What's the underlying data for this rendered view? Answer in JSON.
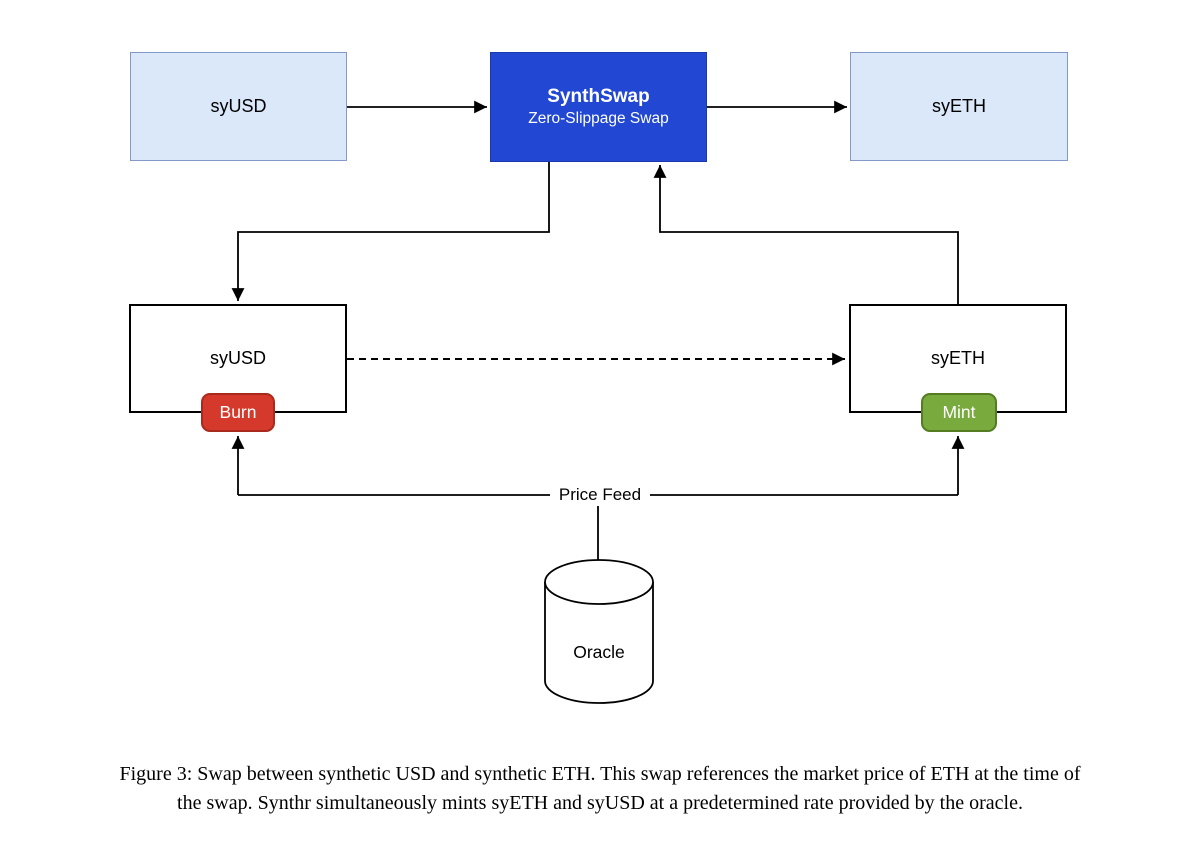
{
  "diagram": {
    "top_row": {
      "syusd_box": {
        "label": "syUSD"
      },
      "synthswap_box": {
        "title": "SynthSwap",
        "subtitle": "Zero-Slippage Swap"
      },
      "syeth_box": {
        "label": "syETH"
      }
    },
    "middle_row": {
      "syusd_box": {
        "label": "syUSD",
        "badge": "Burn"
      },
      "syeth_box": {
        "label": "syETH",
        "badge": "Mint"
      }
    },
    "price_feed_label": "Price Feed",
    "oracle_label": "Oracle",
    "colors": {
      "light_blue_fill": "#dbe8fa",
      "light_blue_border": "#8399c9",
      "primary_blue_fill": "#2147d3",
      "primary_blue_border": "#1b38ad",
      "burn_red_fill": "#d5392b",
      "burn_red_border": "#a92a1c",
      "mint_green_fill": "#79aa3d",
      "mint_green_border": "#567c22",
      "line_color": "#000000"
    }
  },
  "caption": {
    "line1": "Figure 3: Swap between synthetic USD and synthetic ETH. This swap references the market price of ETH at the time of",
    "line2": "the swap. Synthr simultaneously mints syETH and syUSD at a predetermined rate provided by the oracle."
  }
}
